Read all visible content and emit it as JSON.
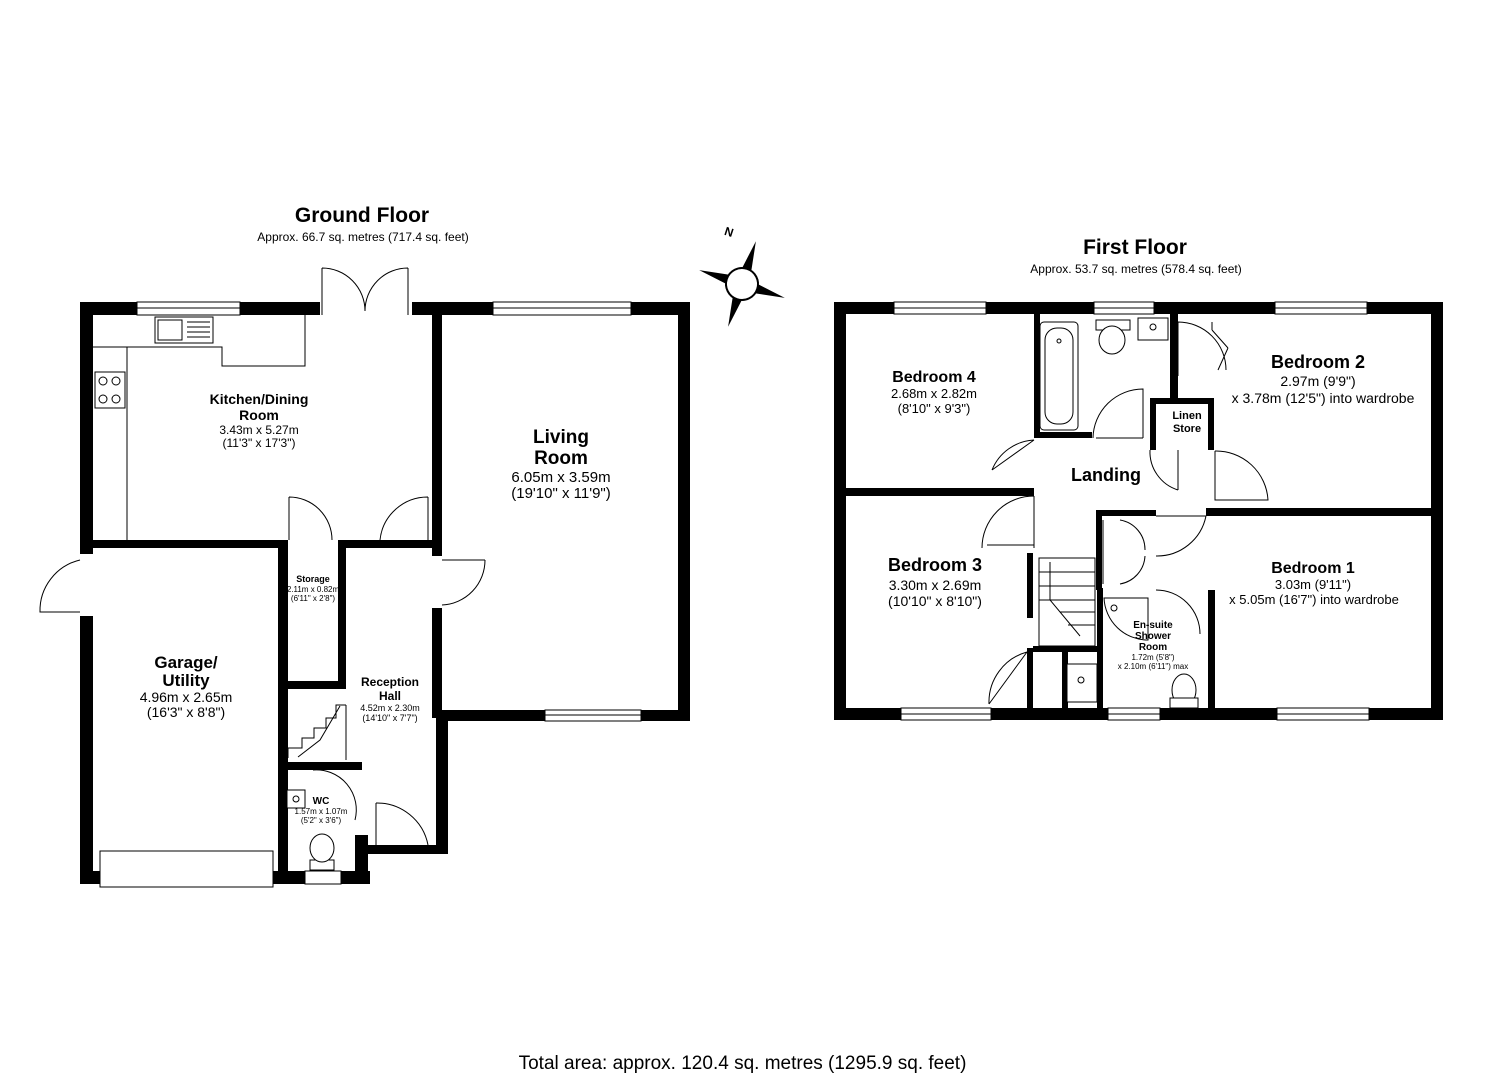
{
  "ground_floor": {
    "title": "Ground Floor",
    "area": "Approx. 66.7 sq. metres (717.4 sq. feet)",
    "rooms": {
      "kitchen": {
        "name_1": "Kitchen/Dining",
        "name_2": "Room",
        "dim_m": "3.43m x 5.27m",
        "dim_ft": "(11'3\" x 17'3\")"
      },
      "living": {
        "name_1": "Living",
        "name_2": "Room",
        "dim_m": "6.05m x 3.59m",
        "dim_ft": "(19'10\" x 11'9\")"
      },
      "garage": {
        "name_1": "Garage/",
        "name_2": "Utility",
        "dim_m": "4.96m x 2.65m",
        "dim_ft": "(16'3\" x 8'8\")"
      },
      "storage": {
        "name": "Storage",
        "dim_m": "2.11m x 0.82m",
        "dim_ft": "(6'11\" x 2'8\")"
      },
      "hall": {
        "name_1": "Reception",
        "name_2": "Hall",
        "dim_m": "4.52m x 2.30m",
        "dim_ft": "(14'10\" x 7'7\")"
      },
      "wc": {
        "name": "WC",
        "dim_m": "1.57m x 1.07m",
        "dim_ft": "(5'2\" x 3'6\")"
      }
    }
  },
  "first_floor": {
    "title": "First Floor",
    "area": "Approx. 53.7 sq. metres (578.4 sq. feet)",
    "rooms": {
      "bed4": {
        "name": "Bedroom 4",
        "dim_m": "2.68m x 2.82m",
        "dim_ft": "(8'10\" x 9'3\")"
      },
      "bed2": {
        "name": "Bedroom 2",
        "dim_1": "2.97m (9'9\")",
        "dim_2": "x 3.78m (12'5\") into wardrobe"
      },
      "linen": {
        "name_1": "Linen",
        "name_2": "Store"
      },
      "landing": {
        "name": "Landing"
      },
      "bed3": {
        "name": "Bedroom 3",
        "dim_m": "3.30m x 2.69m",
        "dim_ft": "(10'10\" x 8'10\")"
      },
      "bed1": {
        "name": "Bedroom 1",
        "dim_1": "3.03m (9'11\")",
        "dim_2": "x 5.05m (16'7\") into wardrobe"
      },
      "ensuite": {
        "name_1": "En-suite",
        "name_2": "Shower",
        "name_3": "Room",
        "dim_1": "1.72m (5'8\")",
        "dim_2": "x 2.10m (6'11\") max"
      }
    }
  },
  "compass": {
    "label": "N"
  },
  "total_area": "Total area: approx. 120.4 sq. metres (1295.9 sq. feet)"
}
